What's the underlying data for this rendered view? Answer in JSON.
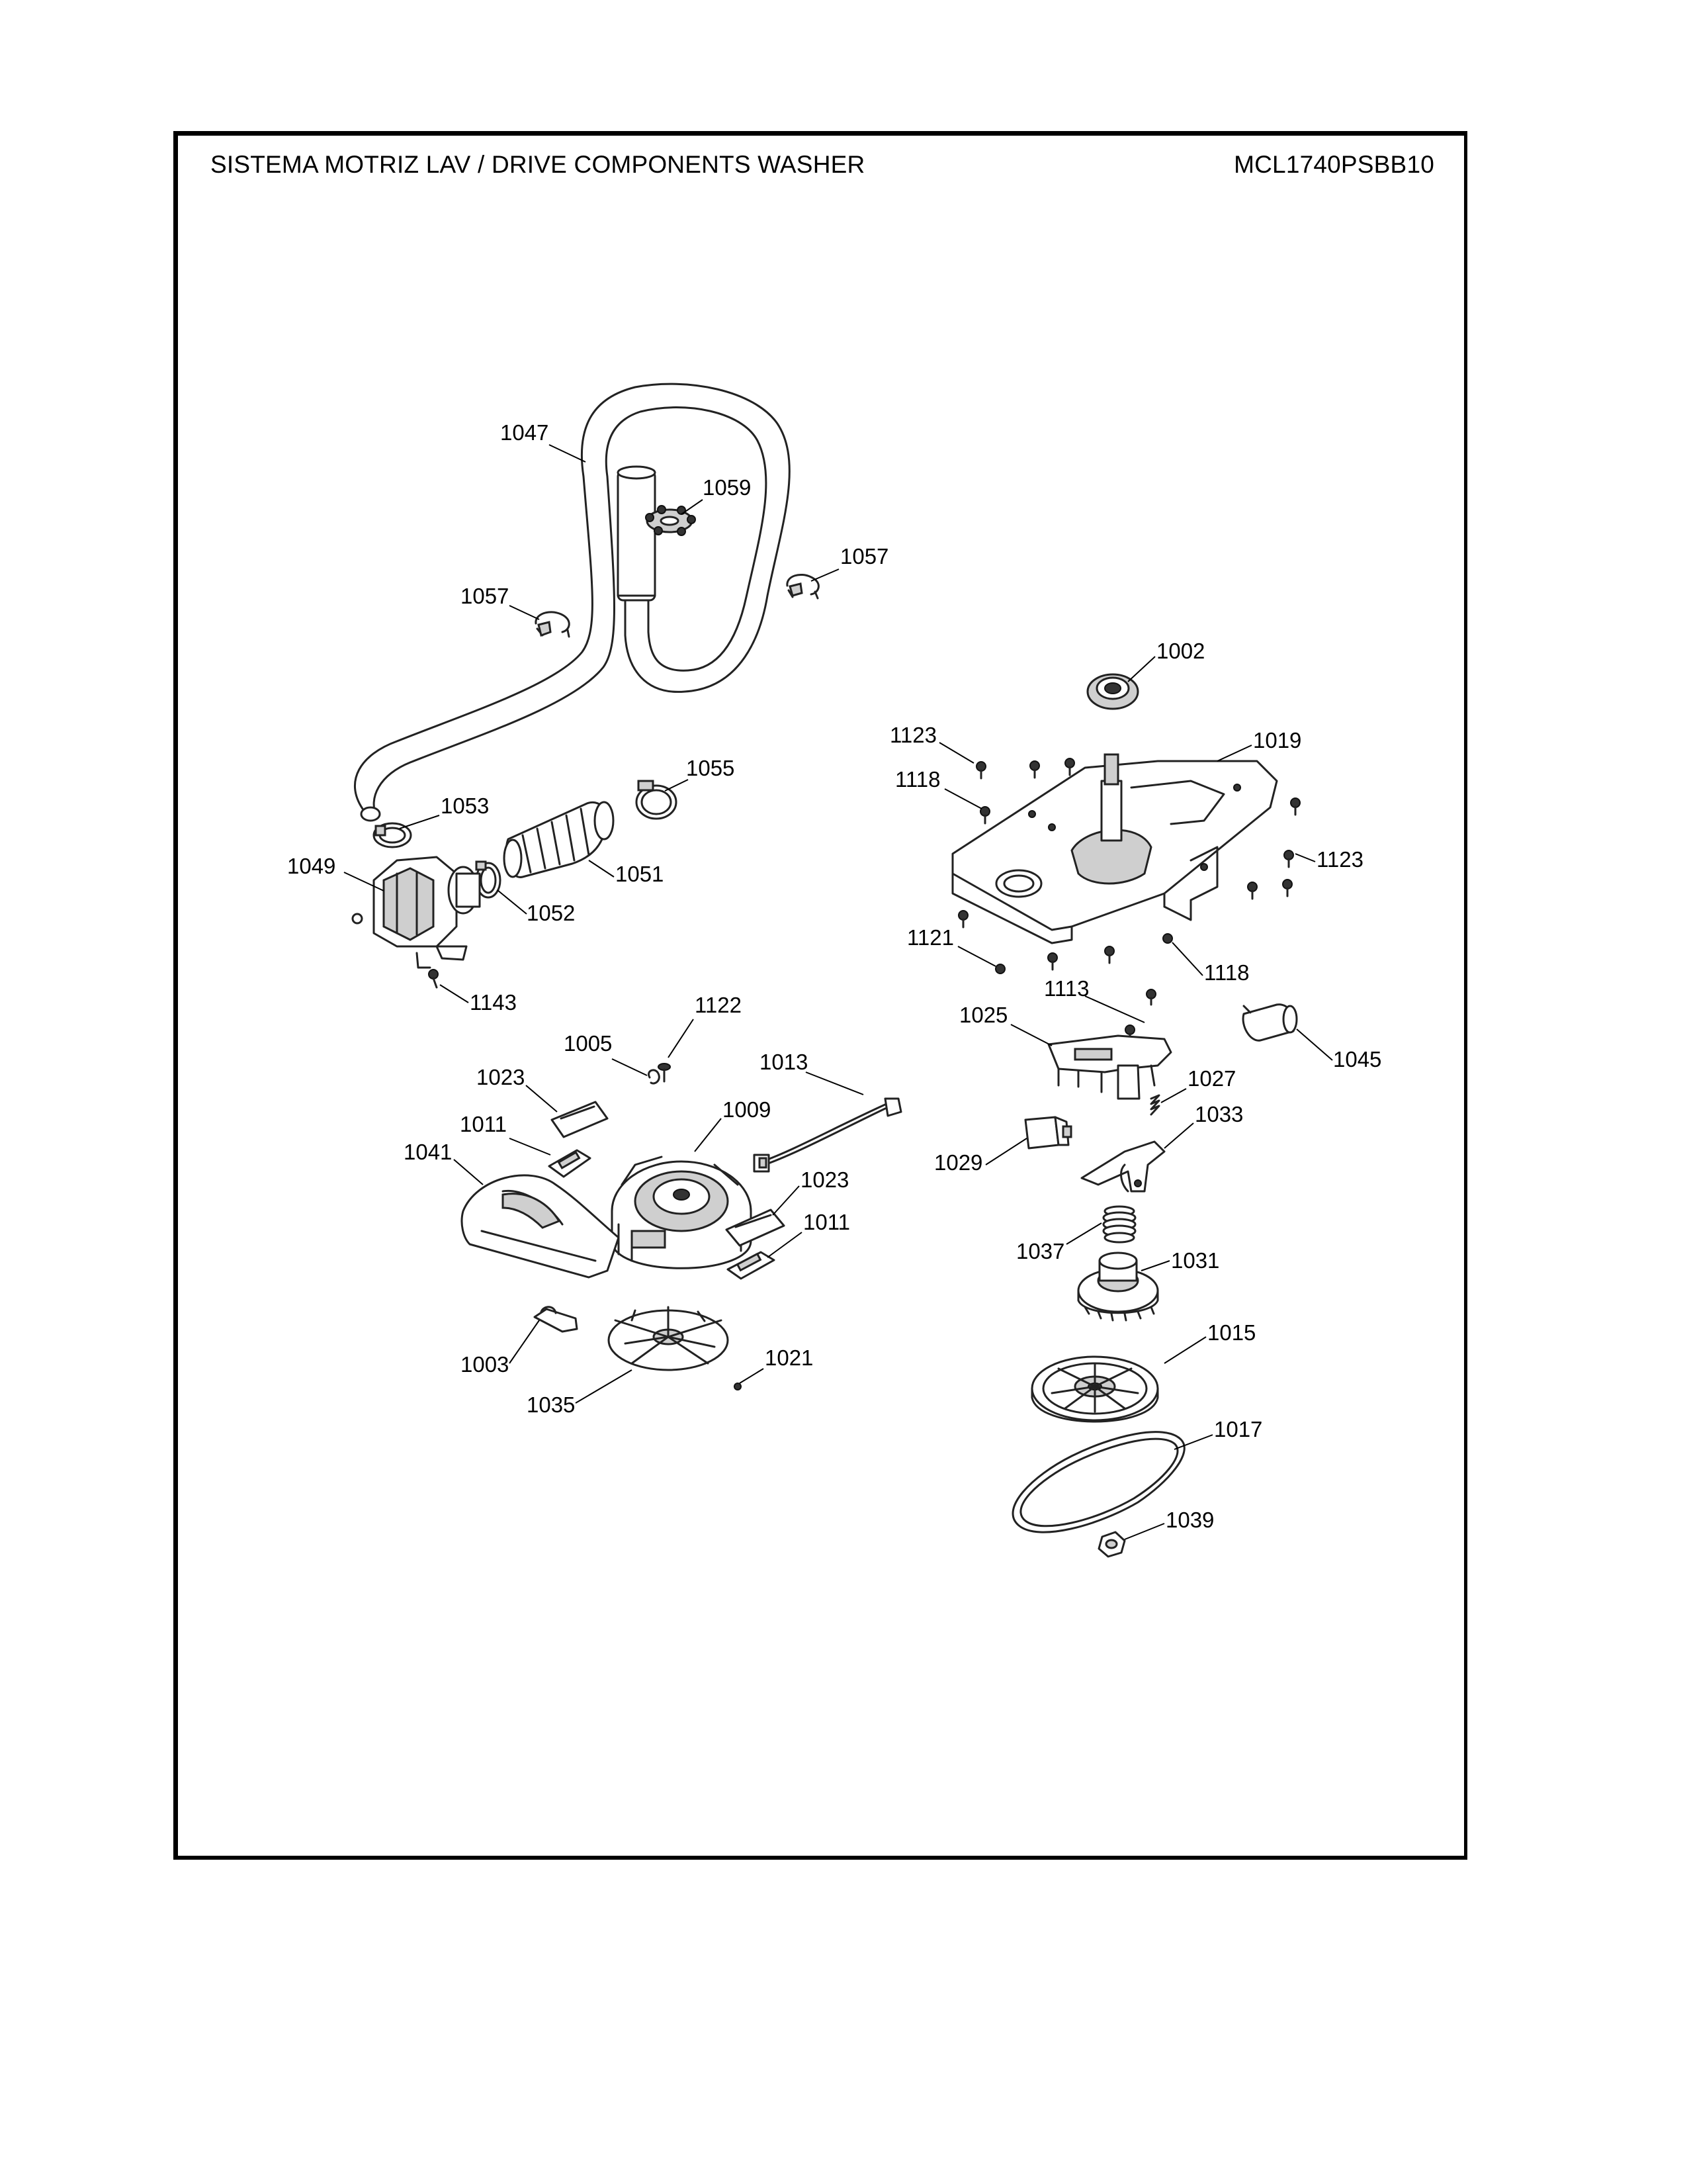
{
  "header": {
    "title": "SISTEMA MOTRIZ LAV / DRIVE COMPONENTS WASHER",
    "model": "MCL1740PSBB10"
  },
  "callouts": [
    {
      "id": "1047",
      "part": "drain-hose"
    },
    {
      "id": "1059",
      "part": "hose-holder"
    },
    {
      "id": "1057",
      "part": "hose-clip",
      "instance": "left"
    },
    {
      "id": "1057",
      "part": "hose-clip",
      "instance": "right"
    },
    {
      "id": "1055",
      "part": "hose-clamp",
      "instance": "large"
    },
    {
      "id": "1053",
      "part": "hose-clamp",
      "instance": "pump-outlet"
    },
    {
      "id": "1051",
      "part": "bellows-hose"
    },
    {
      "id": "1052",
      "part": "hose-clamp",
      "instance": "pump-inlet"
    },
    {
      "id": "1049",
      "part": "drain-pump"
    },
    {
      "id": "1143",
      "part": "screw"
    },
    {
      "id": "1002",
      "part": "seal"
    },
    {
      "id": "1123",
      "part": "screw",
      "instance": "upper-left"
    },
    {
      "id": "1019",
      "part": "base-plate"
    },
    {
      "id": "1118",
      "part": "screw",
      "instance": "upper-left"
    },
    {
      "id": "1123",
      "part": "screw",
      "instance": "right"
    },
    {
      "id": "1121",
      "part": "screw"
    },
    {
      "id": "1118",
      "part": "screw",
      "instance": "lower-right"
    },
    {
      "id": "1113",
      "part": "screw"
    },
    {
      "id": "1122",
      "part": "screw"
    },
    {
      "id": "1005",
      "part": "clip"
    },
    {
      "id": "1013",
      "part": "wire-harness"
    },
    {
      "id": "1025",
      "part": "shift-actuator"
    },
    {
      "id": "1045",
      "part": "capacitor"
    },
    {
      "id": "1023",
      "part": "cover",
      "instance": "upper"
    },
    {
      "id": "1009",
      "part": "motor"
    },
    {
      "id": "1027",
      "part": "spring"
    },
    {
      "id": "1011",
      "part": "bracket",
      "instance": "upper"
    },
    {
      "id": "1033",
      "part": "shift-fork"
    },
    {
      "id": "1041",
      "part": "motor-shroud"
    },
    {
      "id": "1029",
      "part": "coupling"
    },
    {
      "id": "1023",
      "part": "cover",
      "instance": "lower"
    },
    {
      "id": "1011",
      "part": "bracket",
      "instance": "lower"
    },
    {
      "id": "1037",
      "part": "spring"
    },
    {
      "id": "1031",
      "part": "clutch-gear"
    },
    {
      "id": "1003",
      "part": "clamp"
    },
    {
      "id": "1021",
      "part": "nut"
    },
    {
      "id": "1035",
      "part": "fan"
    },
    {
      "id": "1015",
      "part": "pulley"
    },
    {
      "id": "1017",
      "part": "belt"
    },
    {
      "id": "1039",
      "part": "nut"
    }
  ]
}
